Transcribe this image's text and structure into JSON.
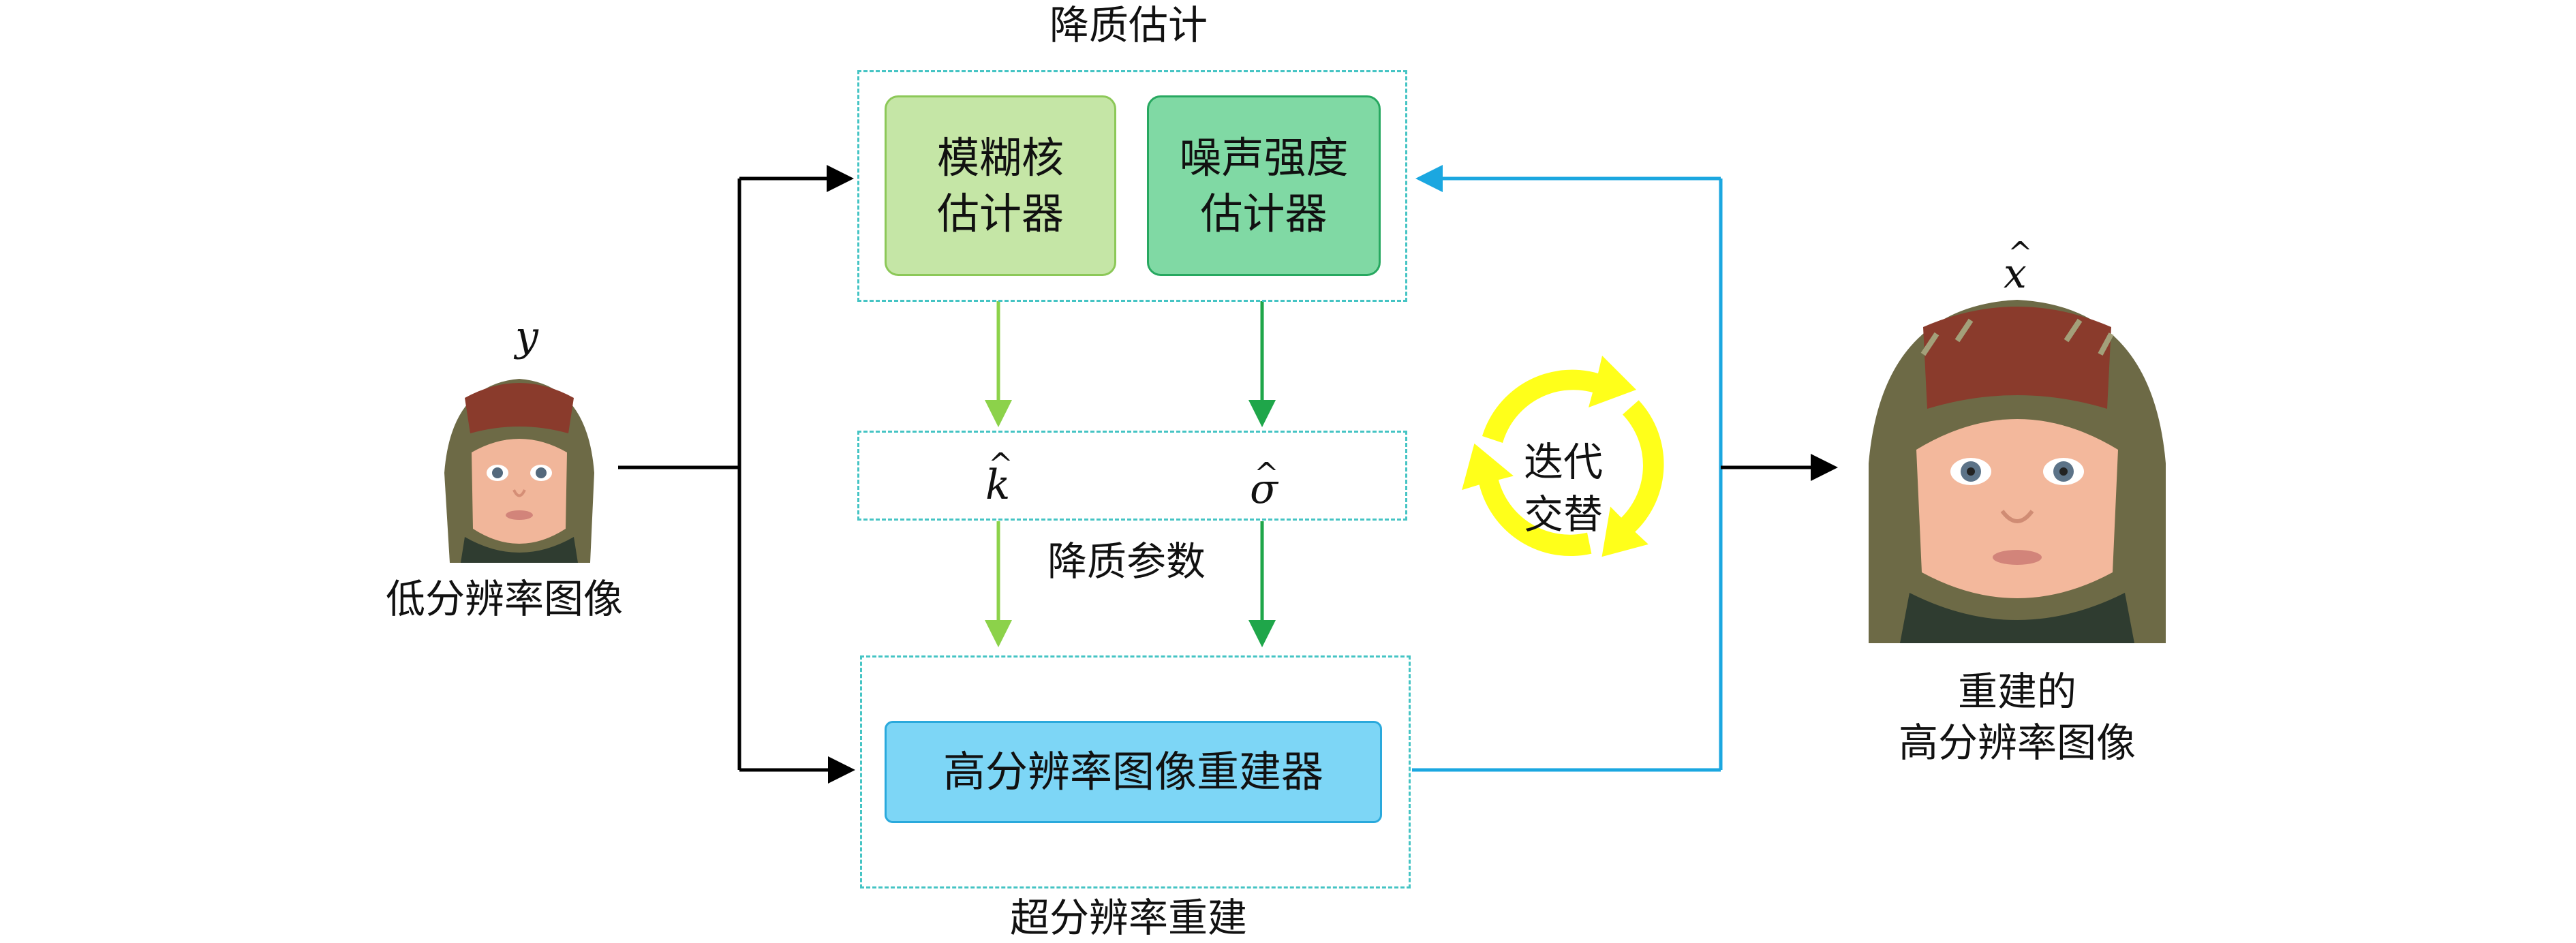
{
  "degradation_estimation": {
    "title": "降质估计",
    "blur_kernel_estimator": {
      "line1": "模糊核",
      "line2": "估计器"
    },
    "noise_level_estimator": {
      "line1": "噪声强度",
      "line2": "估计器"
    }
  },
  "degradation_params": {
    "label": "降质参数",
    "kernel_symbol": "k",
    "sigma_symbol": "σ",
    "hat_mark": "^"
  },
  "super_resolution": {
    "title": "超分辨率重建",
    "reconstructor_label": "高分辨率图像重建器"
  },
  "input": {
    "symbol": "y",
    "label": "低分辨率图像"
  },
  "output": {
    "symbol": "x",
    "hat_mark": "^",
    "label_line1": "重建的",
    "label_line2": "高分辨率图像"
  },
  "iteration": {
    "line1": "迭代",
    "line2": "交替"
  },
  "colors": {
    "blur_box_fill": "#c5e6a6",
    "blur_box_border": "#8cc858",
    "noise_box_fill": "#80d9a4",
    "noise_box_border": "#27a860",
    "recon_box_fill": "#7dd6f6",
    "recon_box_border": "#2aa9dc",
    "dashed_border": "#45c4c4",
    "light_green_arrow": "#8cd24a",
    "dark_green_arrow": "#1fa64a",
    "blue_feedback": "#1ba7e0",
    "iteration_arrows": "#ffff1a"
  }
}
